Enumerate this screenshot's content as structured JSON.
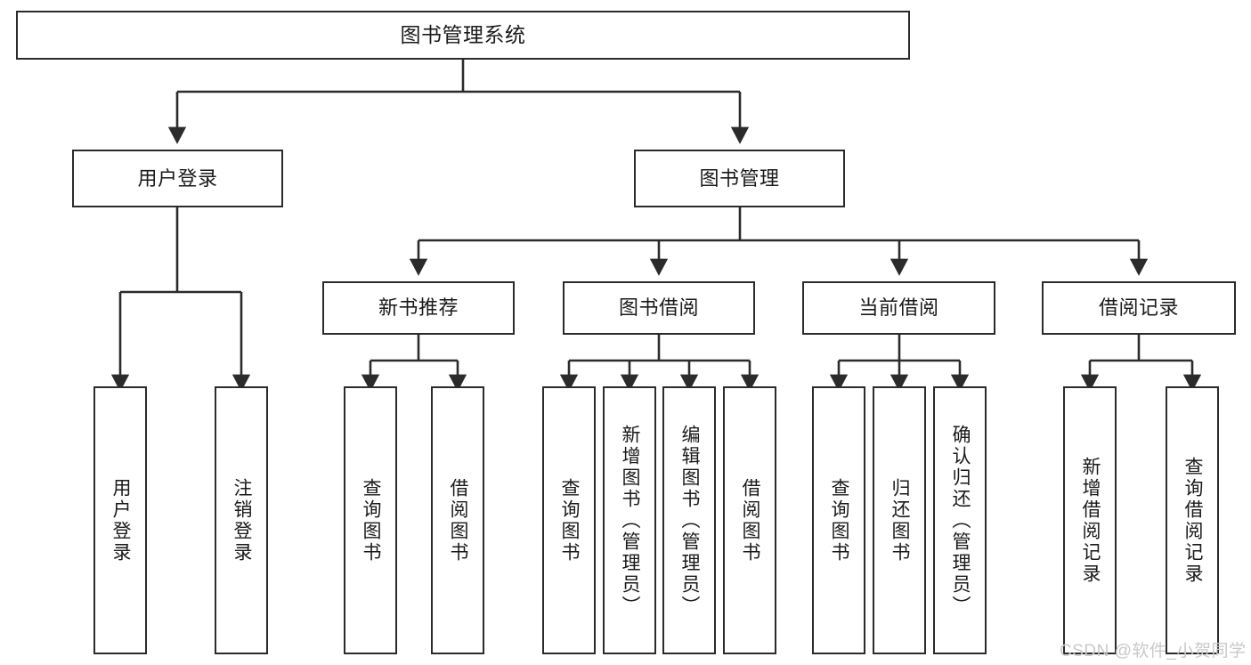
{
  "diagram": {
    "title": "图书管理系统",
    "type": "tree-hierarchy",
    "watermark": "CSDN @软件_小贺同学",
    "nodes": {
      "root": {
        "label": "图书管理系统"
      },
      "level2": [
        {
          "label": "用户登录"
        },
        {
          "label": "图书管理"
        }
      ],
      "level3": [
        {
          "label": "新书推荐"
        },
        {
          "label": "图书借阅"
        },
        {
          "label": "当前借阅"
        },
        {
          "label": "借阅记录"
        }
      ],
      "leaves": {
        "user_login": [
          {
            "label": "用户登录"
          },
          {
            "label": "注销登录"
          }
        ],
        "new_book": [
          {
            "label": "查询图书"
          },
          {
            "label": "借阅图书"
          }
        ],
        "book_borrow": [
          {
            "label": "查询图书"
          },
          {
            "label": "新增图书（管理员）"
          },
          {
            "label": "编辑图书（管理员）"
          },
          {
            "label": "借阅图书"
          }
        ],
        "current_borrow": [
          {
            "label": "查询图书"
          },
          {
            "label": "归还图书"
          },
          {
            "label": "确认归还（管理员）"
          }
        ],
        "borrow_record": [
          {
            "label": "新增借阅记录"
          },
          {
            "label": "查询借阅记录"
          }
        ]
      }
    },
    "colors": {
      "stroke": "#2b2b2b",
      "fill": "#ffffff",
      "text": "#1a1a1a",
      "watermark": "#c9c9c9"
    }
  }
}
